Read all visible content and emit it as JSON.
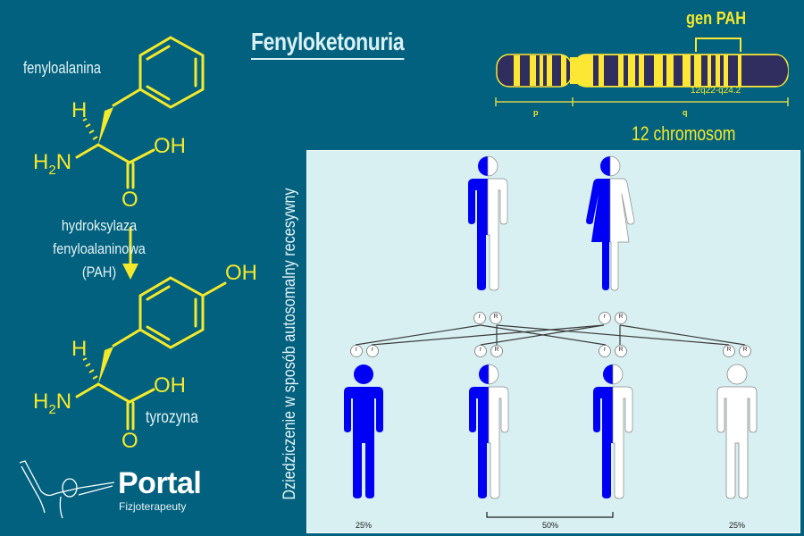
{
  "title": "Fenyloketonuria",
  "colors": {
    "background": "#02617e",
    "chemistry_yellow": "#f5e92a",
    "panel_bg": "#d8f0f1",
    "affected_blue": "#0000f5",
    "chromosome_dark": "#2f2e5e",
    "chromosome_light": "#fbe734"
  },
  "chemistry": {
    "substrate_label": "fenyloalanina",
    "enzyme_lines": [
      "hydroksylaza",
      "fenyloalaninowa",
      "(PAH)"
    ],
    "product_label": "tyrozyna",
    "atoms": {
      "h": "H",
      "h2n_main": "H",
      "h2n_sub": "2",
      "h2n_n": "N",
      "oh": "OH",
      "o": "O"
    }
  },
  "chromosome": {
    "gene_label": "gen PAH",
    "band_label": "12q22-q24.2",
    "arm_p": "p",
    "arm_q": "q",
    "name": "12 chromosom"
  },
  "inheritance": {
    "side_label": "Dziedziczenie w sposób autosomalny recesywny",
    "parents": [
      {
        "sex": "male",
        "status": "carrier",
        "alleles": [
          "r",
          "R"
        ]
      },
      {
        "sex": "female",
        "status": "carrier",
        "alleles": [
          "r",
          "R"
        ]
      }
    ],
    "children": [
      {
        "status": "affected",
        "alleles": [
          "r",
          "r"
        ],
        "percent": "25%"
      },
      {
        "status": "carrier",
        "alleles": [
          "r",
          "R"
        ]
      },
      {
        "status": "carrier",
        "alleles": [
          "r",
          "R"
        ]
      },
      {
        "status": "healthy",
        "alleles": [
          "R",
          "R"
        ],
        "percent": "25%"
      }
    ],
    "carrier_percent": "50%"
  },
  "logo": {
    "name": "Portal",
    "subtitle": "Fizjoterapeuty"
  }
}
